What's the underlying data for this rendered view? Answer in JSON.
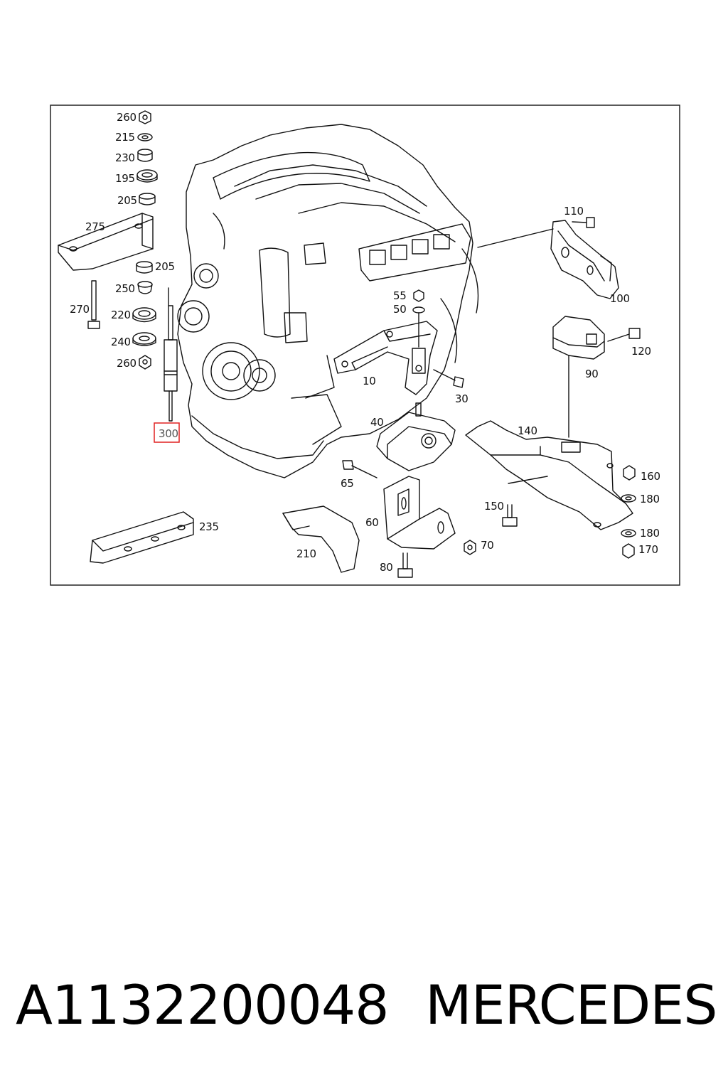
{
  "diagram": {
    "callouts": [
      "260",
      "215",
      "230",
      "195",
      "205",
      "275",
      "205",
      "250",
      "270",
      "220",
      "240",
      "260",
      "300",
      "110",
      "100",
      "55",
      "50",
      "120",
      "90",
      "10",
      "30",
      "40",
      "140",
      "160",
      "65",
      "180",
      "150",
      "60",
      "180",
      "70",
      "170",
      "210",
      "80",
      "235"
    ],
    "highlighted_callout": "300",
    "highlight_color": "#e02020"
  },
  "footer": {
    "part_number": "A1132200048",
    "brand": "MERCEDES"
  }
}
